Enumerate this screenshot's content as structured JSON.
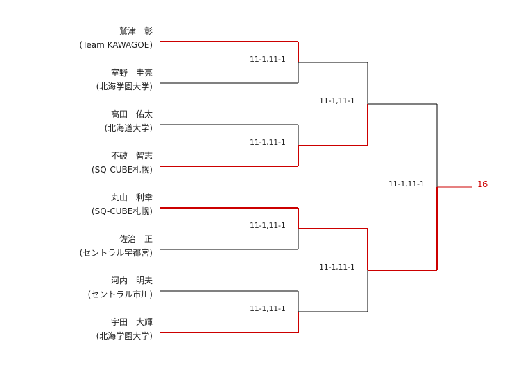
{
  "bracket": {
    "players": [
      {
        "name": "鷲津　彰",
        "team": "(Team KAWAGOE)"
      },
      {
        "name": "室野　圭亮",
        "team": "(北海学園大学)"
      },
      {
        "name": "高田　佑太",
        "team": "(北海道大学)"
      },
      {
        "name": "不破　智志",
        "team": "(SQ-CUBE札幌)"
      },
      {
        "name": "丸山　利幸",
        "team": "(SQ-CUBE札幌)"
      },
      {
        "name": "佐治　正",
        "team": "(セントラル宇都宮)"
      },
      {
        "name": "河内　明夫",
        "team": "(セントラル市川)"
      },
      {
        "name": "宇田　大輝",
        "team": "(北海学園大学)"
      }
    ],
    "round1_scores": [
      "11-1,11-1",
      "11-1,11-1",
      "11-1,11-1",
      "11-1,11-1"
    ],
    "round2_scores": [
      "11-1,11-1",
      "11-1,11-1"
    ],
    "final_score": "11-1,11-1",
    "result_label": "16",
    "winners": {
      "round1": [
        0,
        3,
        4,
        7
      ],
      "round2": [
        1,
        2
      ],
      "final": 1
    },
    "colors": {
      "win_line": "#cc0000",
      "line": "#000000",
      "text": "#222222",
      "result": "#cc0000"
    }
  }
}
